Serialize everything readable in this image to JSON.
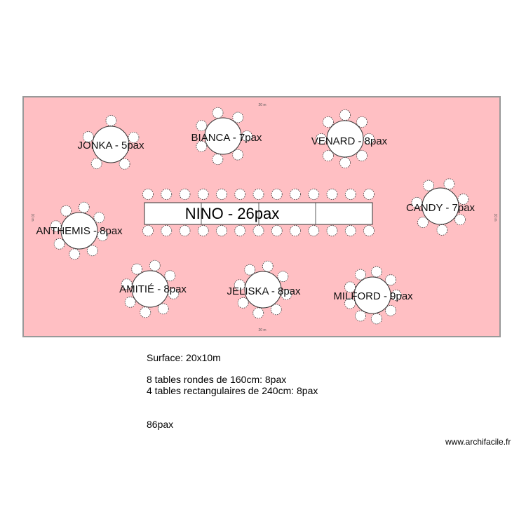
{
  "room": {
    "dimension_top": "20 m",
    "dimension_bottom": "20 m",
    "dimension_left": "10 m",
    "dimension_right": "10 m",
    "colors": {
      "floor": "#ffbfc3",
      "border": "#999999",
      "table_fill": "#ffffff",
      "table_stroke": "#333333"
    }
  },
  "tables": [
    {
      "label": "JONKA - 5pax",
      "shape": "round",
      "chairs": 5
    },
    {
      "label": "BIANCA - 7pax",
      "shape": "round",
      "chairs": 7
    },
    {
      "label": "VENARD - 8pax",
      "shape": "round",
      "chairs": 8
    },
    {
      "label": "CANDY - 7pax",
      "shape": "round",
      "chairs": 7
    },
    {
      "label": "ANTHEMIS - 8pax",
      "shape": "round",
      "chairs": 8
    },
    {
      "label": "AMITIÉ - 8pax",
      "shape": "round",
      "chairs": 8
    },
    {
      "label": "JELISKA - 8pax",
      "shape": "round",
      "chairs": 8
    },
    {
      "label": "MILFORD - 9pax",
      "shape": "round",
      "chairs": 9
    },
    {
      "label": "NINO - 26pax",
      "shape": "rect",
      "chairs": 26
    }
  ],
  "info": {
    "surface": "Surface: 20x10m",
    "round_tables": "8 tables rondes de 160cm: 8pax",
    "rect_tables": "4 tables rectangulaires de 240cm: 8pax",
    "total": "86pax"
  },
  "credit": "www.archifacile.fr"
}
